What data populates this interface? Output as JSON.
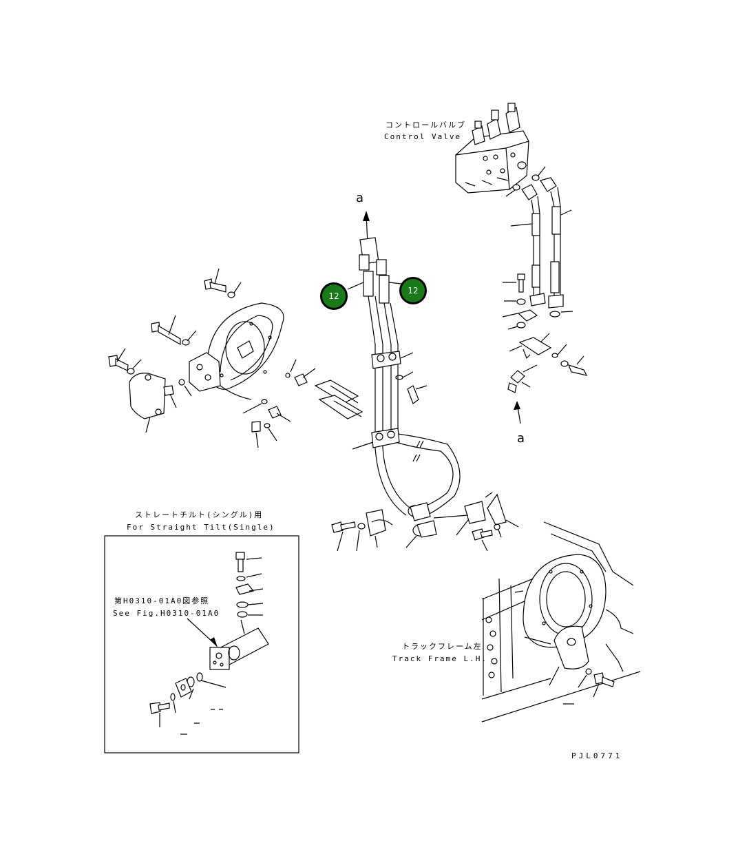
{
  "labels": {
    "control_valve_jp": "コントロールバルブ",
    "control_valve_en": "Control Valve",
    "arrow_a_top": "a",
    "arrow_a_bottom": "a",
    "straight_tilt_jp": "ストレートチルト(シングル)用",
    "straight_tilt_en": "For Straight Tilt(Single)",
    "see_fig_jp": "第H0310-01A0図参照",
    "see_fig_en": "See Fig.H0310-01A0",
    "track_frame_jp": "トラックフレーム左",
    "track_frame_en": "Track Frame L.H.",
    "drawing_code": "PJL0771"
  },
  "callouts": [
    {
      "number": "12",
      "color": "#1a7a1a"
    },
    {
      "number": "12",
      "color": "#1a7a1a"
    }
  ],
  "colors": {
    "callout_fill": "#1a7a1a",
    "line": "#000000"
  }
}
